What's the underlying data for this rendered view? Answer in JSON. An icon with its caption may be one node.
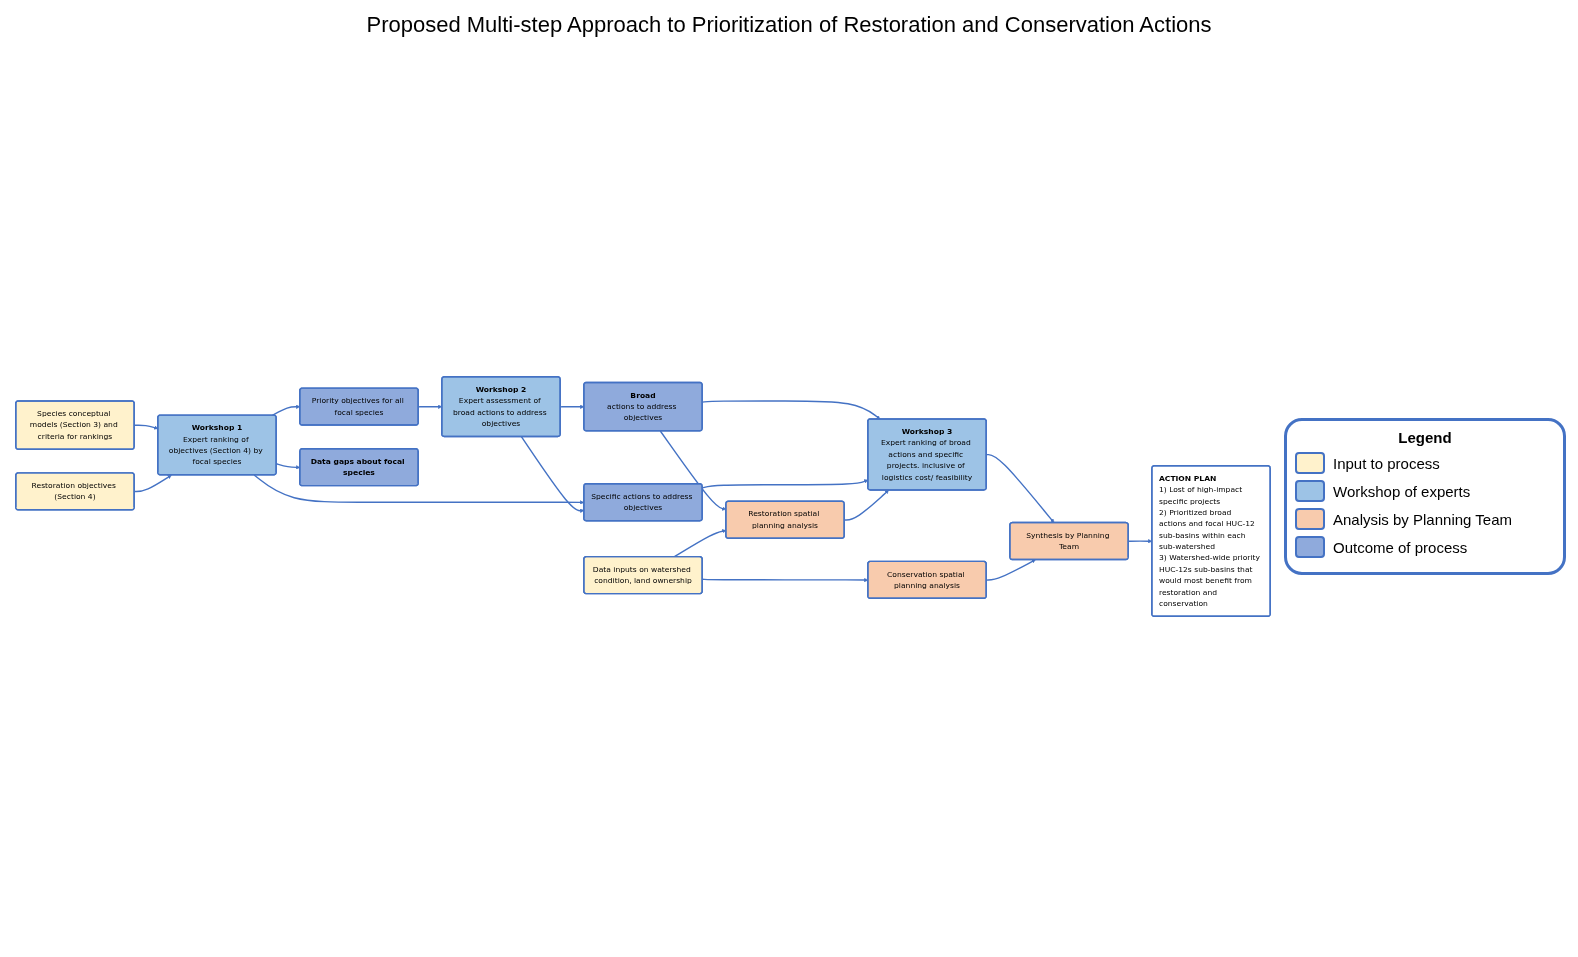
{
  "diagram": {
    "title": "Proposed Multi-step Approach to Prioritization of Restoration and Conservation Actions",
    "nodes": [
      {
        "text": [
          "Species conceptual models (Section 3) and criteria for rankings"
        ]
      },
      {
        "text": [
          "Restoration objectives (Section 4)"
        ]
      },
      {
        "text": [
          "Workshop 1",
          "Expert ranking of objectives (Section 4) by focal species"
        ]
      },
      {
        "text": [
          "Priority objectives for all focal species"
        ]
      },
      {
        "text": [
          "Workshop 2",
          "Expert assessment of broad actions to address objectives"
        ]
      },
      {
        "text": [
          "Broad",
          "actions to address objectives"
        ]
      },
      {
        "text": [
          "Data inputs on watershed condition, land ownership"
        ]
      },
      {
        "text": [
          "Restoration spatial planning analysis"
        ]
      },
      {
        "text": [
          "Conservation spatial planning analysis"
        ]
      },
      {
        "text": [
          "Data gaps about focal species"
        ]
      },
      {
        "text": [
          "Specific actions to address objectives"
        ]
      },
      {
        "text": [
          "Workshop 3",
          "Expert ranking of broad actions and specific projects. inclusive of logistics cost/ feasibility"
        ]
      },
      {
        "text": [
          "Synthesis by Planning Team"
        ]
      },
      {
        "text": [
          "ACTION PLAN",
          "1) Lost of high-impact specific projects",
          "2) Prioritized broad actions and focal HUC-12 sub-basins within each sub-watershed",
          "3) Watershed-wide priority HUC-12s sub-basins that would most benefit from restoration and conservation"
        ]
      }
    ],
    "edges": [
      {
        "from": 0,
        "to": 2,
        "arrow": "to"
      },
      {
        "from": 1,
        "to": 2,
        "arrow": "to"
      },
      {
        "from": 2,
        "to": 3,
        "arrow": "to"
      },
      {
        "from": 3,
        "to": 4,
        "arrow": "to"
      },
      {
        "from": 4,
        "to": 5,
        "arrow": "to"
      },
      {
        "from": 5,
        "to": 7,
        "arrow": "to"
      },
      {
        "from": 6,
        "to": 7,
        "arrow": "to"
      },
      {
        "from": 6,
        "to": 8,
        "arrow": "to"
      },
      {
        "from": 2,
        "to": 9,
        "arrow": "to"
      },
      {
        "from": 2,
        "to": 10,
        "arrow": "to"
      },
      {
        "from": 4,
        "to": 10,
        "arrow": "to"
      },
      {
        "from": 5,
        "to": 11,
        "arrow": "to"
      },
      {
        "from": 10,
        "to": 11,
        "arrow": "to"
      },
      {
        "from": 7,
        "to": 11,
        "arrow": "to"
      },
      {
        "from": 11,
        "to": 12,
        "arrow": "to"
      },
      {
        "from": 8,
        "to": 12,
        "arrow": "to"
      },
      {
        "from": 12,
        "to": 13,
        "arrow": "to"
      }
    ],
    "labels": [
      "Legend"
    ],
    "legend": [
      {
        "text": "Input to process",
        "color": "#fff2cc"
      },
      {
        "text": "Workshop of experts",
        "color": "#9dc3e6"
      },
      {
        "text": "Analysis by Planning Team",
        "color": "#f8cbad"
      },
      {
        "text": "Outcome of process",
        "color": "#8faadc"
      }
    ]
  }
}
